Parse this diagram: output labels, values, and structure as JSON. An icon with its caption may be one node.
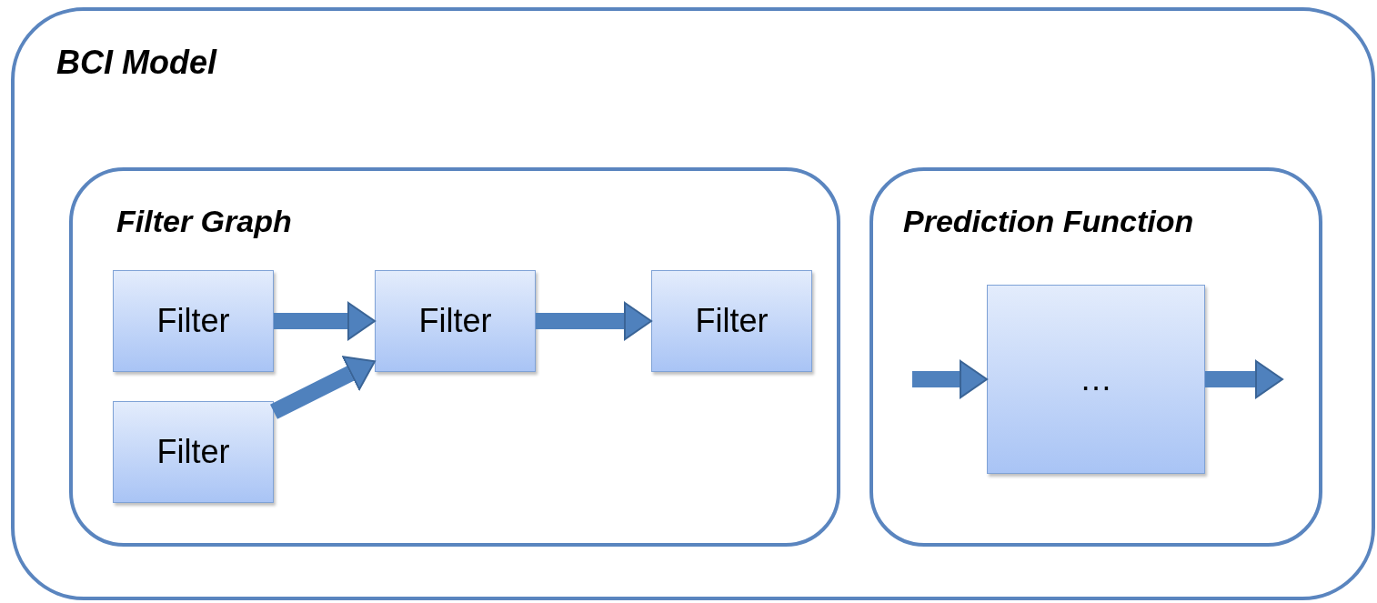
{
  "diagram": {
    "nodes": [
      {
        "text": [
          "BCI Model"
        ]
      },
      {
        "text": [
          "Filter Graph"
        ],
        "in": 0
      },
      {
        "text": [
          "Filter"
        ],
        "in": 1
      },
      {
        "text": [
          "Filter"
        ],
        "in": 1
      },
      {
        "text": [
          "Filter"
        ],
        "in": 1
      },
      {
        "text": [
          "Filter"
        ],
        "in": 1
      },
      {
        "text": [
          "Prediction Function"
        ],
        "in": 0
      },
      {
        "text": [
          "…"
        ],
        "in": 6
      }
    ],
    "edges": [
      {
        "from": 2,
        "to": 3,
        "arrow": "to"
      },
      {
        "from": 5,
        "to": 3,
        "arrow": "to"
      },
      {
        "from": 3,
        "to": 4,
        "arrow": "to"
      },
      {
        "from": null,
        "to": 7,
        "arrow": "to"
      },
      {
        "from": 7,
        "to": null,
        "arrow": "to"
      }
    ]
  }
}
